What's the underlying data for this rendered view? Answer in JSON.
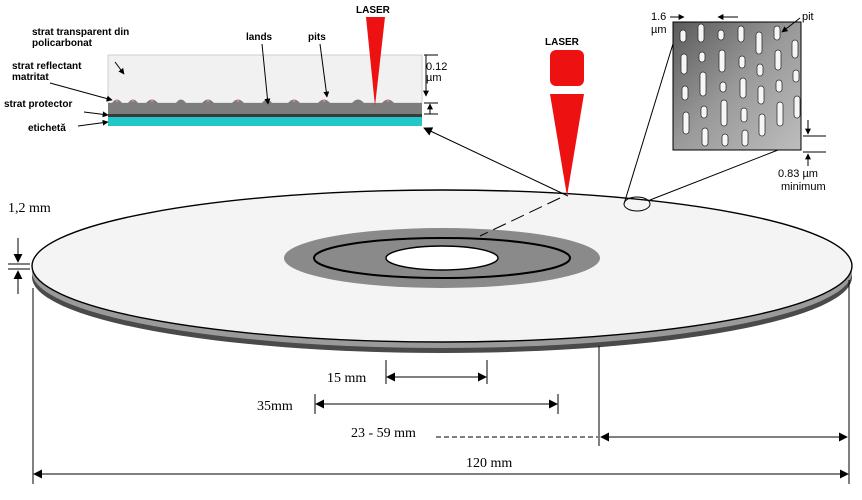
{
  "cross_section": {
    "layer_transparent": "strat  transparent din",
    "layer_transparent_2": "policarbonat",
    "layer_reflective": "strat reflectant",
    "layer_reflective_2": "matritat",
    "layer_protective": "strat protector",
    "layer_label": "etichetă",
    "lands": "lands",
    "pits": "pits",
    "depth_value": "0.12",
    "depth_unit": "µm",
    "laser": "LASER"
  },
  "laser_main": "LASER",
  "micrograph": {
    "track_pitch_value": "1.6",
    "track_pitch_unit": "µm",
    "pit": "pit",
    "min_length_value": "0.83 µm",
    "min_length_label": "minimum"
  },
  "dimensions": {
    "thickness": "1,2 mm",
    "hole": "15 mm",
    "clamp": "35mm",
    "data_area": "23 - 59 mm",
    "diameter": "120 mm"
  },
  "colors": {
    "laser_red": "#ee1111",
    "reflective_layer": "#7f7f7f",
    "label_layer": "#22c8c8",
    "hub_gray": "#8a8a8a",
    "disc_face": "#f4f4f4"
  }
}
